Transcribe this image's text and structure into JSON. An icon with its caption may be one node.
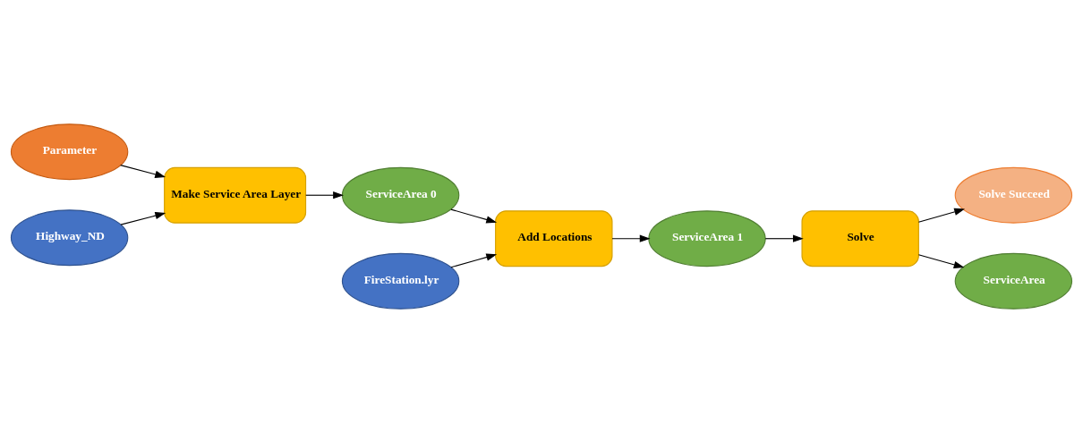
{
  "diagram": {
    "nodes": [
      {
        "text": [
          "Parameter"
        ]
      },
      {
        "text": [
          "Highway_ND"
        ]
      },
      {
        "text": [
          "Make Service Area Layer"
        ]
      },
      {
        "text": [
          "ServiceArea 0"
        ]
      },
      {
        "text": [
          "FireStation.lyr"
        ]
      },
      {
        "text": [
          "Add Locations"
        ]
      },
      {
        "text": [
          "ServiceArea 1"
        ]
      },
      {
        "text": [
          "Solve Succeed"
        ]
      },
      {
        "text": [
          "Solve"
        ]
      },
      {
        "text": [
          "ServiceArea"
        ]
      }
    ],
    "edges": [
      {
        "from": 0,
        "to": 2,
        "arrow": "to"
      },
      {
        "from": 1,
        "to": 2,
        "arrow": "to"
      },
      {
        "from": 2,
        "to": 3,
        "arrow": "to"
      },
      {
        "from": 3,
        "to": 5,
        "arrow": "to"
      },
      {
        "from": 4,
        "to": 5,
        "arrow": "to"
      },
      {
        "from": 5,
        "to": 6,
        "arrow": "to"
      },
      {
        "from": 6,
        "to": 8,
        "arrow": "to"
      },
      {
        "from": 8,
        "to": 7,
        "arrow": "to"
      },
      {
        "from": 8,
        "to": 9,
        "arrow": "to"
      }
    ]
  }
}
